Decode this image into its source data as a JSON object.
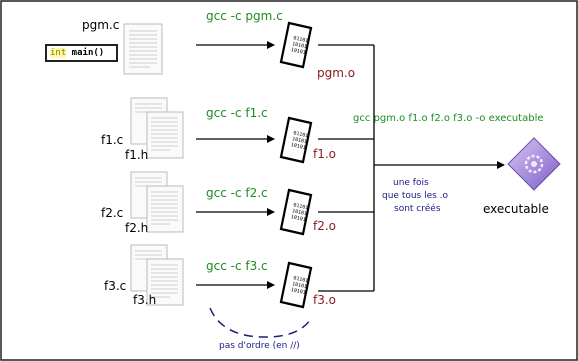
{
  "sources": [
    {
      "c_file": "pgm.c",
      "h_file": "",
      "command": "gcc -c pgm.c",
      "object": "pgm.o"
    },
    {
      "c_file": "f1.c",
      "h_file": "f1.h",
      "command": "gcc -c f1.c",
      "object": "f1.o"
    },
    {
      "c_file": "f2.c",
      "h_file": "f2.h",
      "command": "gcc -c f2.c",
      "object": "f2.o"
    },
    {
      "c_file": "f3.c",
      "h_file": "f3.h",
      "command": "gcc -c f3.c",
      "object": "f3.o"
    }
  ],
  "code_snippet": {
    "keyword": "int",
    "rest": " main()"
  },
  "link_command": "gcc pgm.o f1.o f2.o f3.o -o executable",
  "link_note": [
    "une fois",
    "que tous les .o",
    "sont créés"
  ],
  "executable_label": "executable",
  "parallel_note": "pas d'ordre (en //)",
  "object_icon_text": "01101\n10101\n10101",
  "colors": {
    "command": "#1e8c1e",
    "object": "#8b1a1a",
    "note": "#1a1a80",
    "executable_icon": "#a58ad6"
  }
}
